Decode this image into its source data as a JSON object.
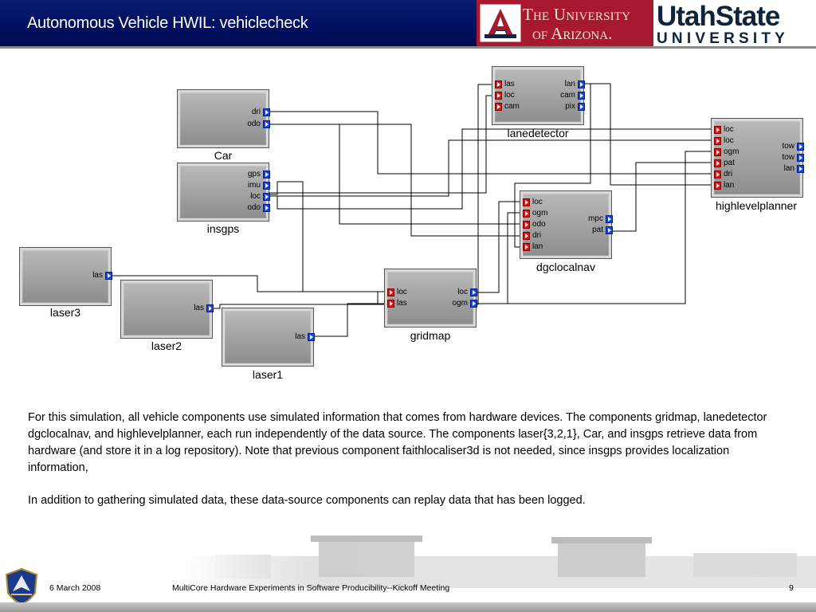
{
  "header": {
    "title": "Autonomous Vehicle HWIL: vehiclecheck",
    "ua_line1": "The University",
    "ua_line2": "of Arizona.",
    "usu_line1": "UtahState",
    "usu_line2": "UNIVERSITY"
  },
  "diagram": {
    "components": {
      "car": {
        "label": "Car",
        "outputs": [
          "dri",
          "odo"
        ]
      },
      "insgps": {
        "label": "insgps",
        "outputs": [
          "gps",
          "imu",
          "loc",
          "odo"
        ]
      },
      "laser3": {
        "label": "laser3",
        "outputs": [
          "las"
        ]
      },
      "laser2": {
        "label": "laser2",
        "outputs": [
          "las"
        ]
      },
      "laser1": {
        "label": "laser1",
        "outputs": [
          "las"
        ]
      },
      "lanedetector": {
        "label": "lanedetector",
        "inputs": [
          "las",
          "loc",
          "cam"
        ],
        "outputs": [
          "lan",
          "cam",
          "pix"
        ]
      },
      "highlevelplanner": {
        "label": "highlevelplanner",
        "inputs": [
          "loc",
          "loc",
          "ogm",
          "pat",
          "dri",
          "lan"
        ],
        "outputs": [
          "tow",
          "tow",
          "lan"
        ]
      },
      "dgclocalnav": {
        "label": "dgclocalnav",
        "inputs": [
          "loc",
          "ogm",
          "odo",
          "dri",
          "lan"
        ],
        "outputs": [
          "mpc",
          "pat"
        ]
      },
      "gridmap": {
        "label": "gridmap",
        "inputs": [
          "loc",
          "las"
        ],
        "outputs": [
          "loc",
          "ogm"
        ]
      }
    }
  },
  "body": {
    "paragraph1": "For this simulation, all vehicle components use simulated information that comes from hardware devices. The components gridmap, lanedetector dgclocalnav, and highlevelplanner, each run independently of the data source. The components laser{3,2,1}, Car, and insgps retrieve data from hardware (and store it in a log repository). Note that previous component faithlocaliser3d is not needed, since insgps provides localization information,",
    "paragraph2": "In addition to gathering simulated data, these data-source components can replay data that has been logged."
  },
  "footer": {
    "date": "6 March 2008",
    "meeting": "MultiCore Hardware Experiments in Software Producibility--Kickoff Meeting",
    "page": "9"
  },
  "colors": {
    "title_bar": "#001060",
    "ua_red": "#a6192e",
    "usu_navy": "#0f2439",
    "input_port": "#e01010",
    "output_port": "#1a40e0"
  }
}
